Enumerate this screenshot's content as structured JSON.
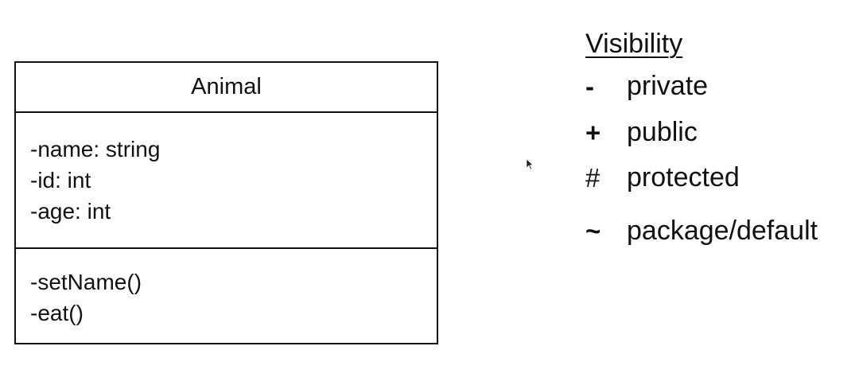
{
  "uml_class": {
    "name": "Animal",
    "attributes": [
      "-name: string",
      "-id: int",
      "-age: int"
    ],
    "methods": [
      "-setName()",
      "-eat()"
    ]
  },
  "legend": {
    "title": "Visibility",
    "items": [
      {
        "symbol": "-",
        "label": "private"
      },
      {
        "symbol": "+",
        "label": "public"
      },
      {
        "symbol": "#",
        "label": "protected"
      },
      {
        "symbol": "~",
        "label": "package/default"
      }
    ]
  }
}
